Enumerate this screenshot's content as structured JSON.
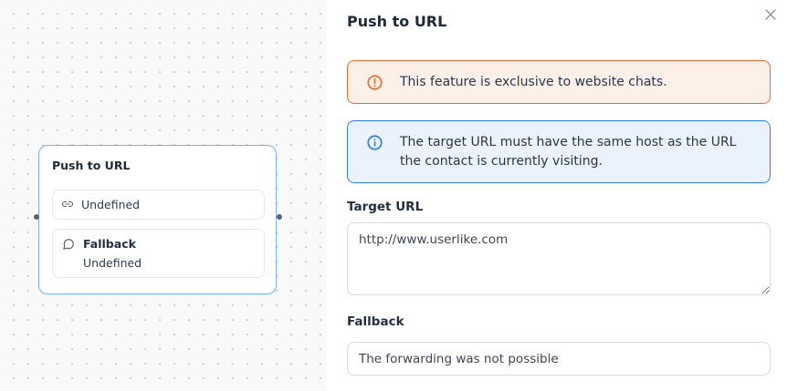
{
  "canvas": {
    "node": {
      "title": "Push to URL",
      "target_row": {
        "icon": "link-icon",
        "value": "Undefined"
      },
      "fallback_row": {
        "icon": "chat-bubble-icon",
        "label": "Fallback",
        "value": "Undefined"
      }
    }
  },
  "panel": {
    "title": "Push to URL",
    "close_icon": "close-icon",
    "alerts": [
      {
        "type": "warning",
        "icon": "alert-circle-icon",
        "text": "This feature is exclusive to website chats.",
        "border_color": "#ef6a2e",
        "background_color": "#fdf0e8"
      },
      {
        "type": "info",
        "icon": "info-circle-icon",
        "text": "The target URL must have the same host as the URL the contact is currently visiting.",
        "border_color": "#2e7ff1",
        "background_color": "#eaf2fd"
      }
    ],
    "fields": {
      "target_url": {
        "label": "Target URL",
        "value": "http://www.userlike.com"
      },
      "fallback": {
        "label": "Fallback",
        "value": "The forwarding was not possible"
      }
    }
  },
  "colors": {
    "node_border": "#7db1f2",
    "canvas_background": "#f9f9f9",
    "text_primary": "#1e2a3a"
  }
}
